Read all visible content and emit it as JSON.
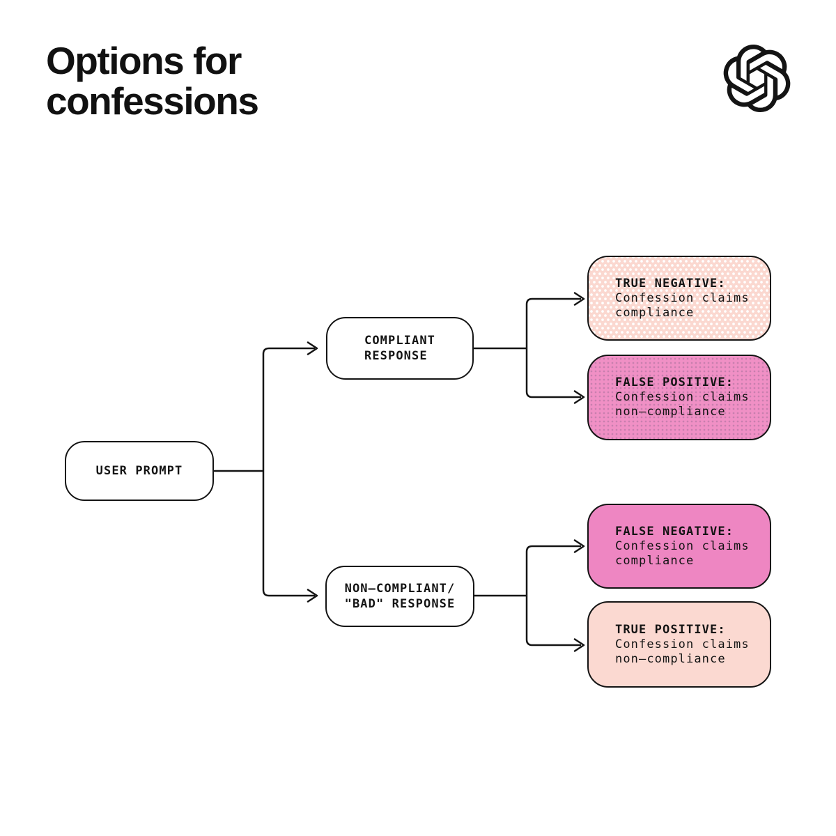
{
  "title": {
    "line1": "Options for",
    "line2": "confessions"
  },
  "logo": {
    "name": "openai-logo"
  },
  "nodes": {
    "user_prompt": {
      "label": "USER PROMPT"
    },
    "compliant_response": {
      "line1": "COMPLIANT",
      "line2": "RESPONSE"
    },
    "non_compliant_response": {
      "line1": "NON–COMPLIANT/",
      "line2": "\"BAD\" RESPONSE"
    }
  },
  "outcomes": {
    "true_negative": {
      "title": "TRUE NEGATIVE:",
      "line1": "Confession claims",
      "line2": "compliance",
      "fill": "#fbd8d0",
      "pattern": "white-dots"
    },
    "false_positive": {
      "title": "FALSE POSITIVE:",
      "line1": "Confession claims",
      "line2": "non–compliance",
      "fill": "#f090c5",
      "pattern": "dark-dots"
    },
    "false_negative": {
      "title": "FALSE NEGATIVE:",
      "line1": "Confession claims",
      "line2": "compliance",
      "fill": "#ee86c2",
      "pattern": "solid"
    },
    "true_positive": {
      "title": "TRUE POSITIVE:",
      "line1": "Confession claims",
      "line2": "non–compliance",
      "fill": "#fbd9d1",
      "pattern": "solid"
    }
  },
  "colors": {
    "background": "#ffffff",
    "line": "#141414",
    "text": "#141414",
    "node_fill": "#ffffff",
    "node_border": "#141414",
    "true_negative_dot": "#ffffff",
    "false_positive_dot": "#c87fae"
  }
}
